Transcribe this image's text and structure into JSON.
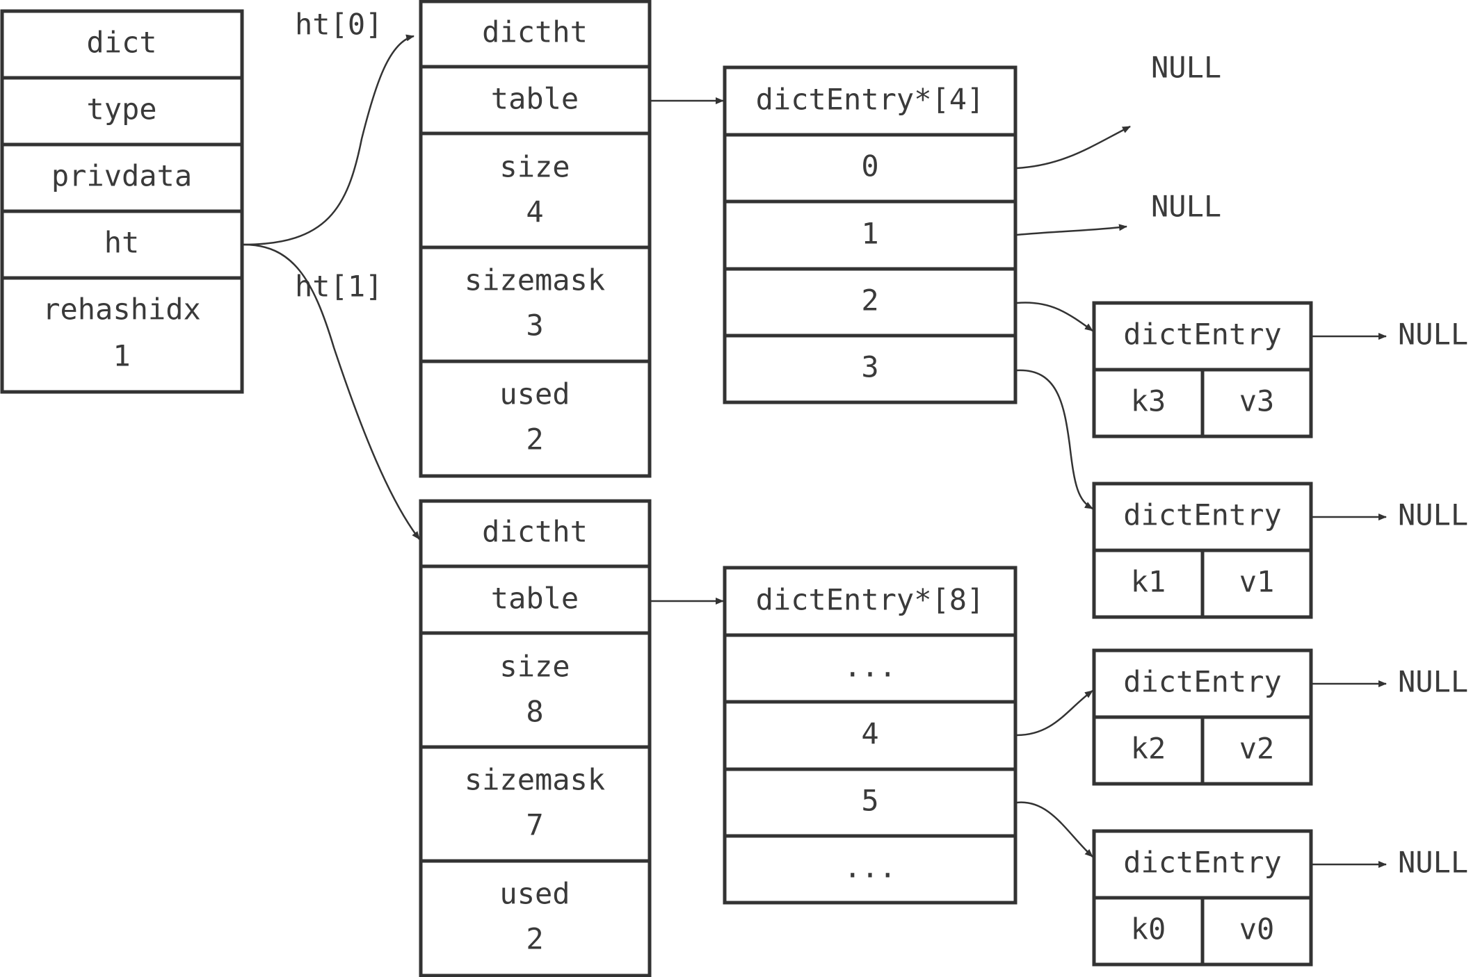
{
  "dict": {
    "title": "dict",
    "fields": [
      "type",
      "privdata",
      "ht"
    ],
    "rehashidx_label": "rehashidx",
    "rehashidx_value": "1"
  },
  "pointer_labels": {
    "ht0": "ht[0]",
    "ht1": "ht[1]"
  },
  "ht0": {
    "title": "dictht",
    "table_label": "table",
    "size_label": "size",
    "size_value": "4",
    "sizemask_label": "sizemask",
    "sizemask_value": "3",
    "used_label": "used",
    "used_value": "2"
  },
  "ht1": {
    "title": "dictht",
    "table_label": "table",
    "size_label": "size",
    "size_value": "8",
    "sizemask_label": "sizemask",
    "sizemask_value": "7",
    "used_label": "used",
    "used_value": "2"
  },
  "table0": {
    "header": "dictEntry*[4]",
    "rows": [
      "0",
      "1",
      "2",
      "3"
    ]
  },
  "table1": {
    "header": "dictEntry*[8]",
    "rows": [
      "...",
      "4",
      "5",
      "..."
    ]
  },
  "entries": [
    {
      "title": "dictEntry",
      "key": "k3",
      "value": "v3",
      "next": "NULL"
    },
    {
      "title": "dictEntry",
      "key": "k1",
      "value": "v1",
      "next": "NULL"
    },
    {
      "title": "dictEntry",
      "key": "k2",
      "value": "v2",
      "next": "NULL"
    },
    {
      "title": "dictEntry",
      "key": "k0",
      "value": "v0",
      "next": "NULL"
    }
  ],
  "null_labels": [
    "NULL",
    "NULL"
  ]
}
